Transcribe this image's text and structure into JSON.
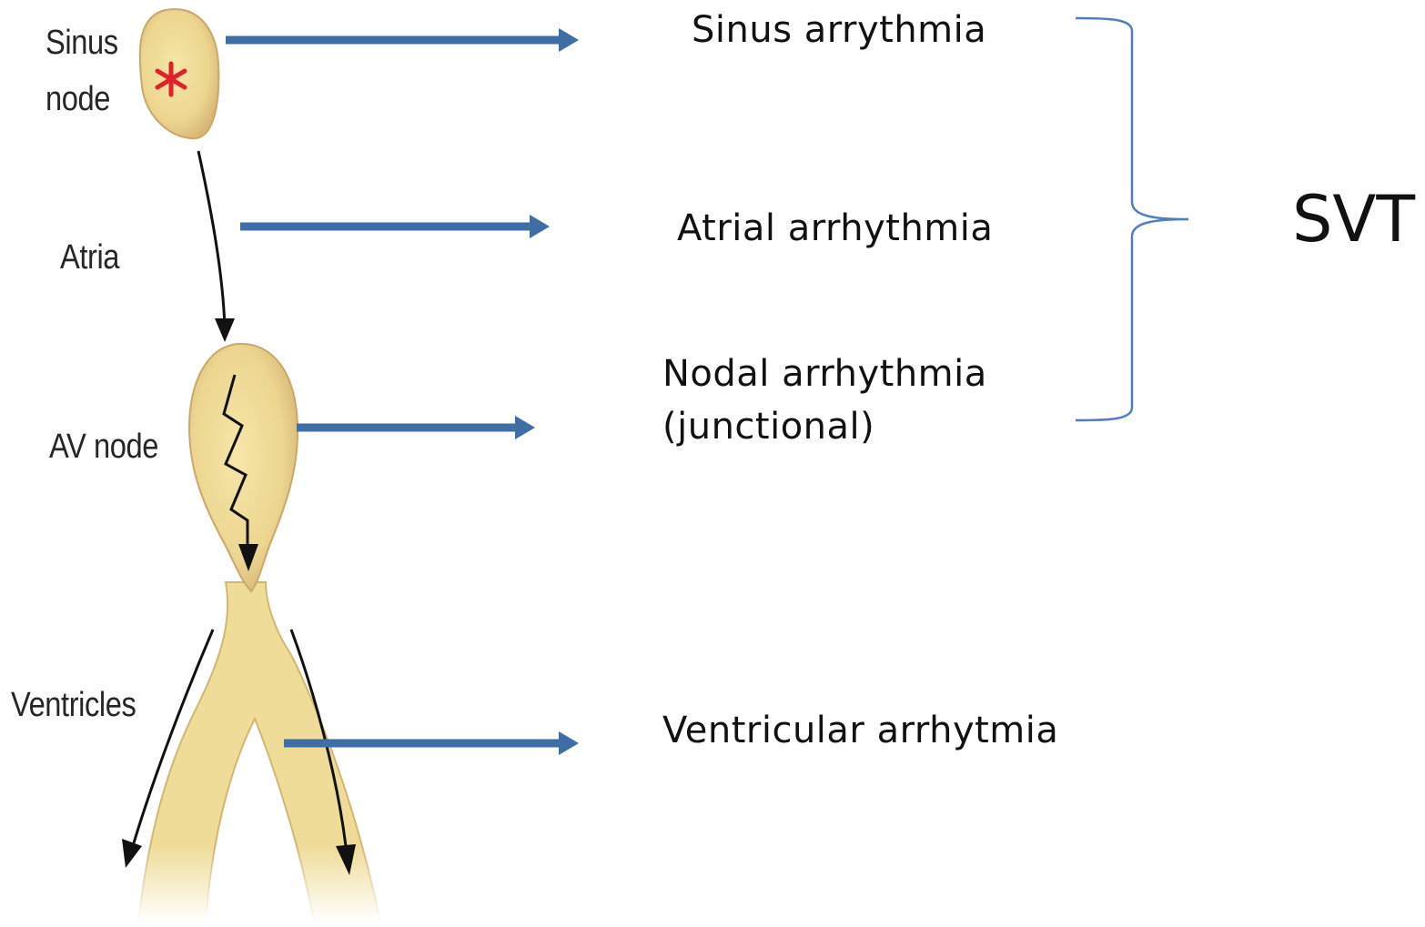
{
  "anatomy": {
    "sinus_node_line1": "Sinus",
    "sinus_node_line2": "node",
    "atria": "Atria",
    "av_node": "AV node",
    "ventricles": "Ventricles"
  },
  "arrhythmias": {
    "sinus": "Sinus arrythmia",
    "atrial": "Atrial arrhythmia",
    "nodal_line1": "Nodal arrhythmia",
    "nodal_line2": "(junctional)",
    "ventricular": "Ventricular arrhytmia"
  },
  "group_label": "SVT",
  "colors": {
    "arrow_blue": "#3f6ea6",
    "brace_blue": "#4f7fc0",
    "tissue_fill": "#ecd690",
    "tissue_edge": "#c9a86a",
    "asterisk_red": "#e0202a"
  }
}
